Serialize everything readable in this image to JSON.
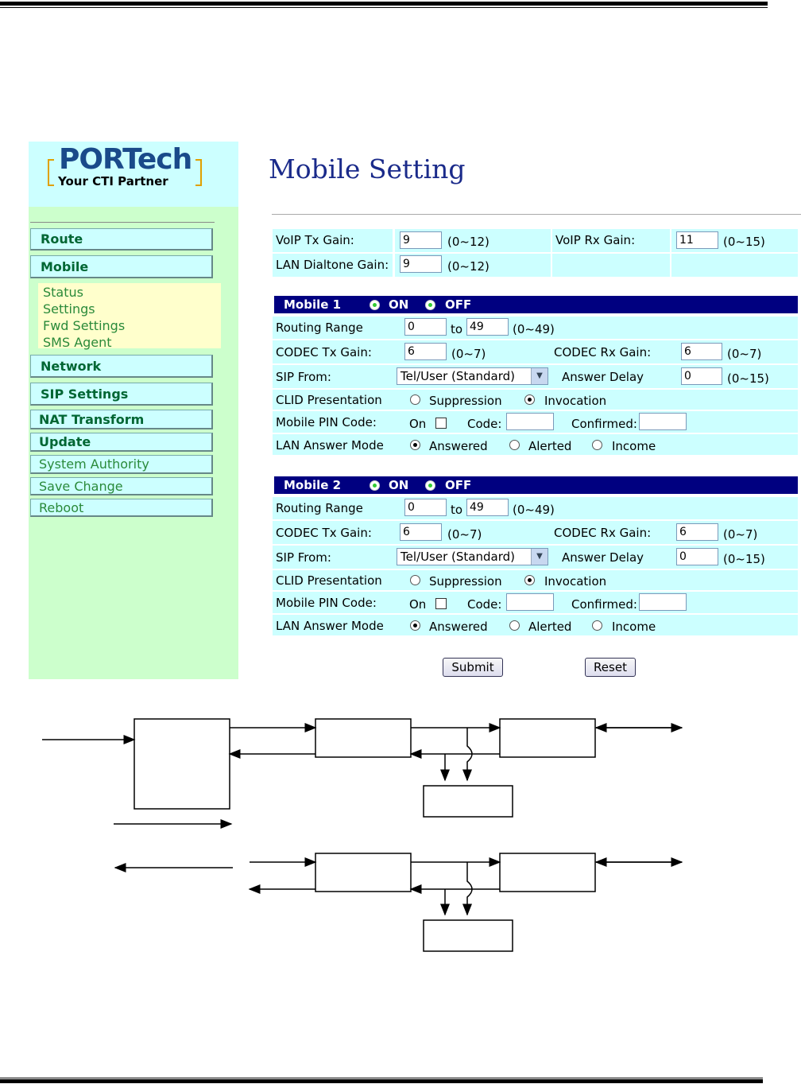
{
  "logo": {
    "main": "PORTech",
    "sub": "Your CTI Partner"
  },
  "page_title": "Mobile Setting",
  "sidebar": {
    "route": "Route",
    "mobile": "Mobile",
    "submenu": [
      "Status",
      "Settings",
      "Fwd Settings",
      "SMS Agent"
    ],
    "network": "Network",
    "sip_settings": "SIP Settings",
    "nat_transform": "NAT Transform",
    "update": "Update",
    "system_authority": "System Authority",
    "save_change": "Save Change",
    "reboot": "Reboot"
  },
  "gains": {
    "voip_tx_label": "VoIP Tx Gain:",
    "voip_tx_value": "9",
    "voip_tx_range": "(0~12)",
    "voip_rx_label": "VoIP Rx Gain:",
    "voip_rx_value": "11",
    "voip_rx_range": "(0~15)",
    "lan_dialtone_label": "LAN Dialtone Gain:",
    "lan_dialtone_value": "9",
    "lan_dialtone_range": "(0~12)"
  },
  "mobile1": {
    "title": "Mobile 1",
    "on": "ON",
    "off": "OFF",
    "routing_label": "Routing Range",
    "routing_from": "0",
    "to": "to",
    "routing_to": "49",
    "routing_range": "(0~49)",
    "codec_tx_label": "CODEC Tx Gain:",
    "codec_tx_value": "6",
    "codec_tx_range": "(0~7)",
    "codec_rx_label": "CODEC Rx Gain:",
    "codec_rx_value": "6",
    "codec_rx_range": "(0~7)",
    "sip_from_label": "SIP From:",
    "sip_from_value": "Tel/User (Standard)",
    "answer_delay_label": "Answer Delay",
    "answer_delay_value": "0",
    "answer_delay_range": "(0~15)",
    "clid_label": "CLID Presentation",
    "suppression": "Suppression",
    "invocation": "Invocation",
    "pin_label": "Mobile PIN Code:",
    "pin_on": "On",
    "code_label": "Code:",
    "confirmed_label": "Confirmed:",
    "lan_answer_label": "LAN Answer Mode",
    "answered": "Answered",
    "alerted": "Alerted",
    "income": "Income"
  },
  "mobile2": {
    "title": "Mobile 2",
    "on": "ON",
    "off": "OFF",
    "routing_label": "Routing Range",
    "routing_from": "0",
    "to": "to",
    "routing_to": "49",
    "routing_range": "(0~49)",
    "codec_tx_label": "CODEC Tx Gain:",
    "codec_tx_value": "6",
    "codec_tx_range": "(0~7)",
    "codec_rx_label": "CODEC Rx Gain:",
    "codec_rx_value": "6",
    "codec_rx_range": "(0~7)",
    "sip_from_label": "SIP From:",
    "sip_from_value": "Tel/User (Standard)",
    "answer_delay_label": "Answer Delay",
    "answer_delay_value": "0",
    "answer_delay_range": "(0~15)",
    "clid_label": "CLID Presentation",
    "suppression": "Suppression",
    "invocation": "Invocation",
    "pin_label": "Mobile PIN Code:",
    "pin_on": "On",
    "code_label": "Code:",
    "confirmed_label": "Confirmed:",
    "lan_answer_label": "LAN Answer Mode",
    "answered": "Answered",
    "alerted": "Alerted",
    "income": "Income"
  },
  "buttons": {
    "submit": "Submit",
    "reset": "Reset"
  }
}
